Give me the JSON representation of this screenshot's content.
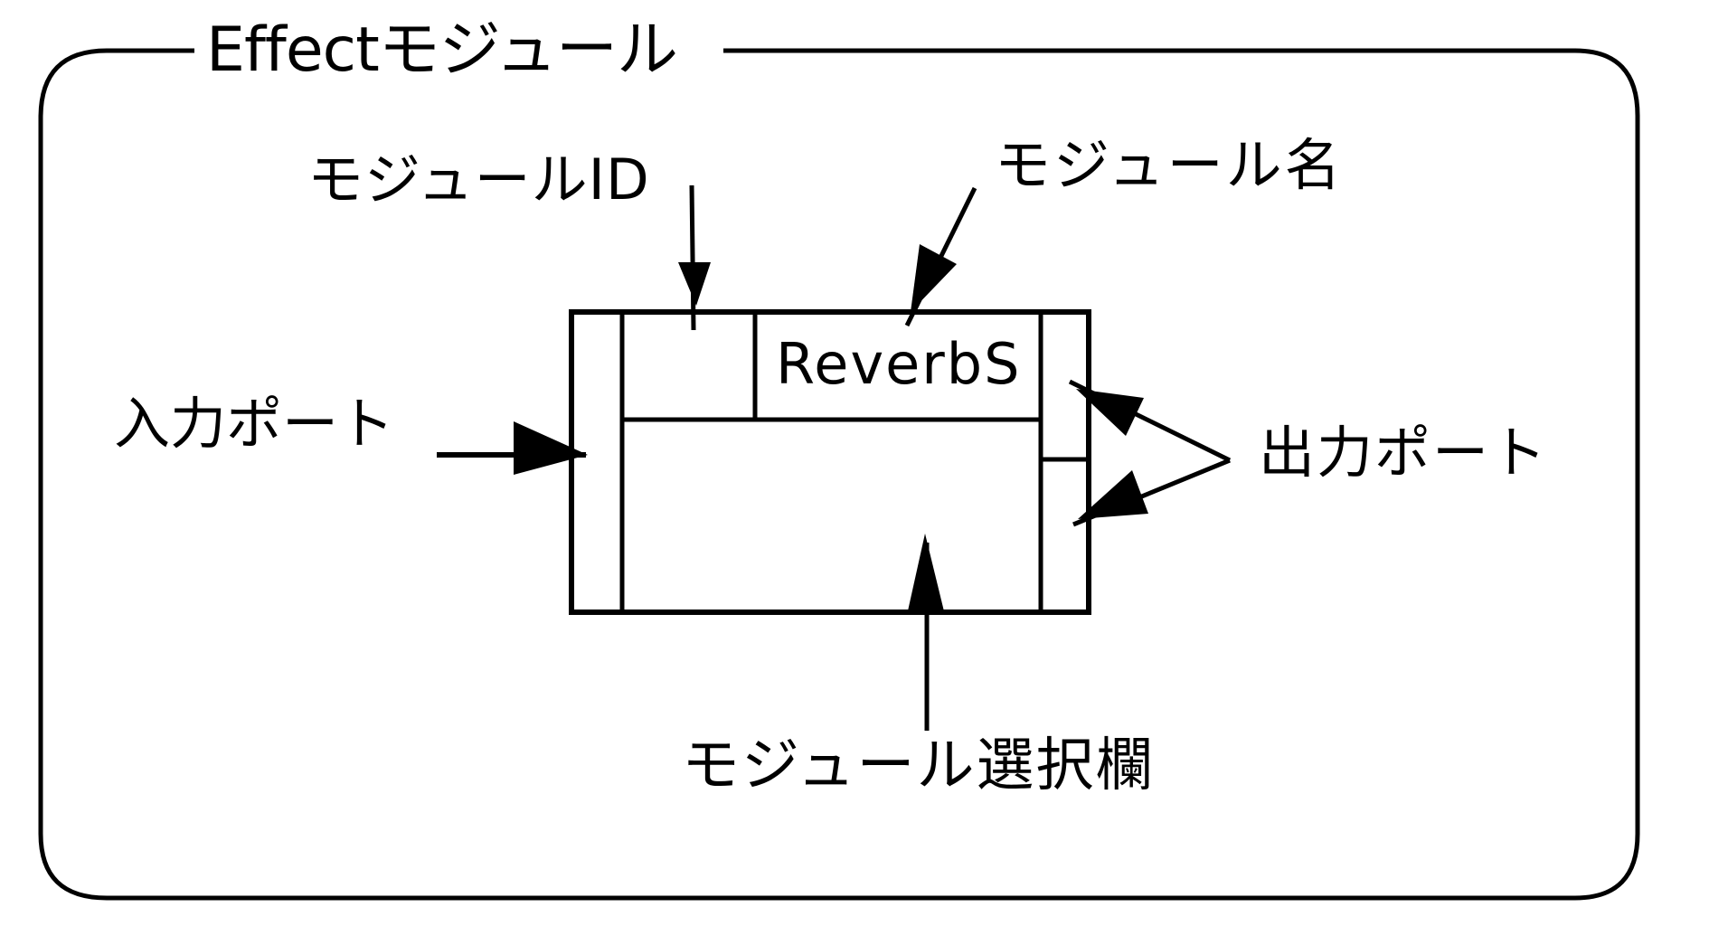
{
  "diagram": {
    "title": "Effectモジュール",
    "module": {
      "name_value": "ReverbS",
      "id_value": ""
    },
    "callouts": {
      "module_id": "モジュールID",
      "module_name": "モジュール名",
      "input_port": "入力ポート",
      "output_port": "出力ポート",
      "module_select": "モジュール選択欄"
    },
    "colors": {
      "line": "#000000",
      "background": "#ffffff"
    }
  }
}
